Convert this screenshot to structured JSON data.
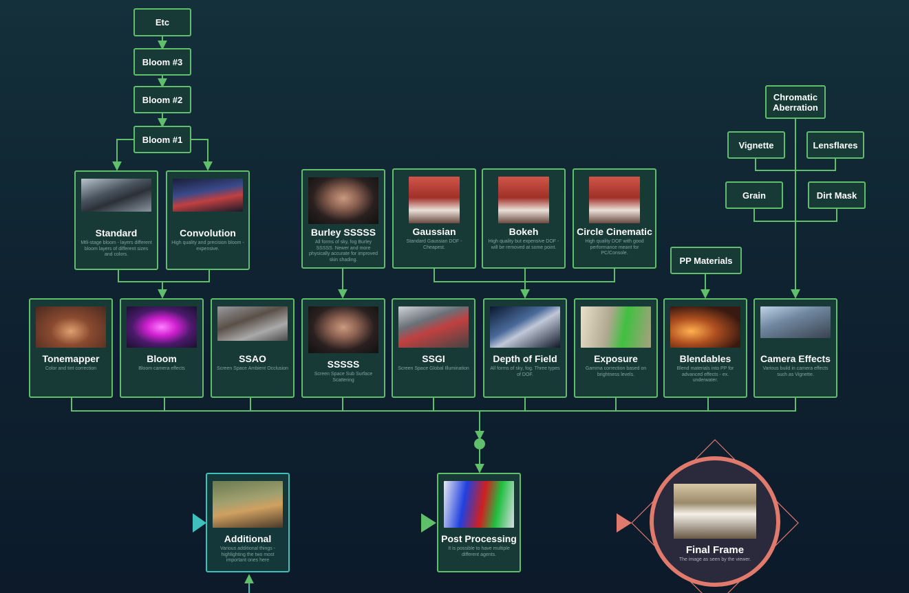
{
  "colors": {
    "node_border": "#5fbf6a",
    "node_fill": "#173a36",
    "additional_border": "#3fc0bd",
    "final_border": "#e07a6c",
    "connector": "#5fbf6a"
  },
  "bloom_chain": {
    "etc": "Etc",
    "bloom3": "Bloom #3",
    "bloom2": "Bloom #2",
    "bloom1": "Bloom #1"
  },
  "bloom_types": [
    {
      "title": "Standard",
      "desc": "Mtli-stage bloom - layers different bloom layers of different sizes and colors.",
      "thumb": "standard-bloom-thumbnail"
    },
    {
      "title": "Convolution",
      "desc": "High quality and precision bloom - expensive.",
      "thumb": "convolution-bloom-thumbnail"
    }
  ],
  "burley": {
    "title": "Burley SSSSS",
    "desc": "All forms of sky, fog Burley SSSSS. Newer and more physically accurate for improved skin shading.",
    "thumb": "face-thumbnail"
  },
  "dof_types": [
    {
      "title": "Gaussian",
      "desc": "Standard Gaussian DOF - Cheapest.",
      "thumb": "room-thumbnail"
    },
    {
      "title": "Bokeh",
      "desc": "High quality but expensive DOF - will be removed at some point.",
      "thumb": "room-thumbnail"
    },
    {
      "title": "Circle Cinematic",
      "desc": "High quality DOF with good performance meant for PC/Console.",
      "thumb": "room-thumbnail"
    }
  ],
  "pp_materials": "PP Materials",
  "camera_inputs": {
    "chromatic": "Chromatic Aberration",
    "vignette": "Vignette",
    "lensflares": "Lensflares",
    "grain": "Grain",
    "dirt_mask": "Dirt Mask"
  },
  "effects": [
    {
      "title": "Tonemapper",
      "desc": "Color and tint correction",
      "thumb": "tonemapper-thumbnail"
    },
    {
      "title": "Bloom",
      "desc": "Bloom camera effects",
      "thumb": "bloom-thumbnail"
    },
    {
      "title": "SSAO",
      "desc": "Screen Space Ambient Occlusion",
      "thumb": "ssao-thumbnail"
    },
    {
      "title": "SSSSS",
      "desc": "Screen Space Sub Surface Scattering",
      "thumb": "face-thumbnail"
    },
    {
      "title": "SSGI",
      "desc": "Screen Space Global Illumination",
      "thumb": "ssgi-thumbnail"
    },
    {
      "title": "Depth of Field",
      "desc": "All forms of sky, fog. Three types of DOF.",
      "thumb": "dof-thumbnail"
    },
    {
      "title": "Exposure",
      "desc": "Gamma correction based on brightness levels.",
      "thumb": "exposure-thumbnail"
    },
    {
      "title": "Blendables",
      "desc": "Blend materials into PP for advanced effects - ex. underwater.",
      "thumb": "blendables-thumbnail"
    },
    {
      "title": "Camera Effects",
      "desc": "Various build in camera effects such as Vignette.",
      "thumb": "camera-effects-thumbnail"
    }
  ],
  "additional": {
    "title": "Additional",
    "desc": "Various additional things - highlighting the two most important ones here",
    "thumb": "additional-thumbnail"
  },
  "post_processing": {
    "title": "Post Processing",
    "desc": "It is possible to have multiple different agents.",
    "thumb": "post-processing-thumbnail"
  },
  "final_frame": {
    "title": "Final Frame",
    "desc": "The image as seen by the viewer.",
    "thumb": "final-frame-thumbnail"
  }
}
